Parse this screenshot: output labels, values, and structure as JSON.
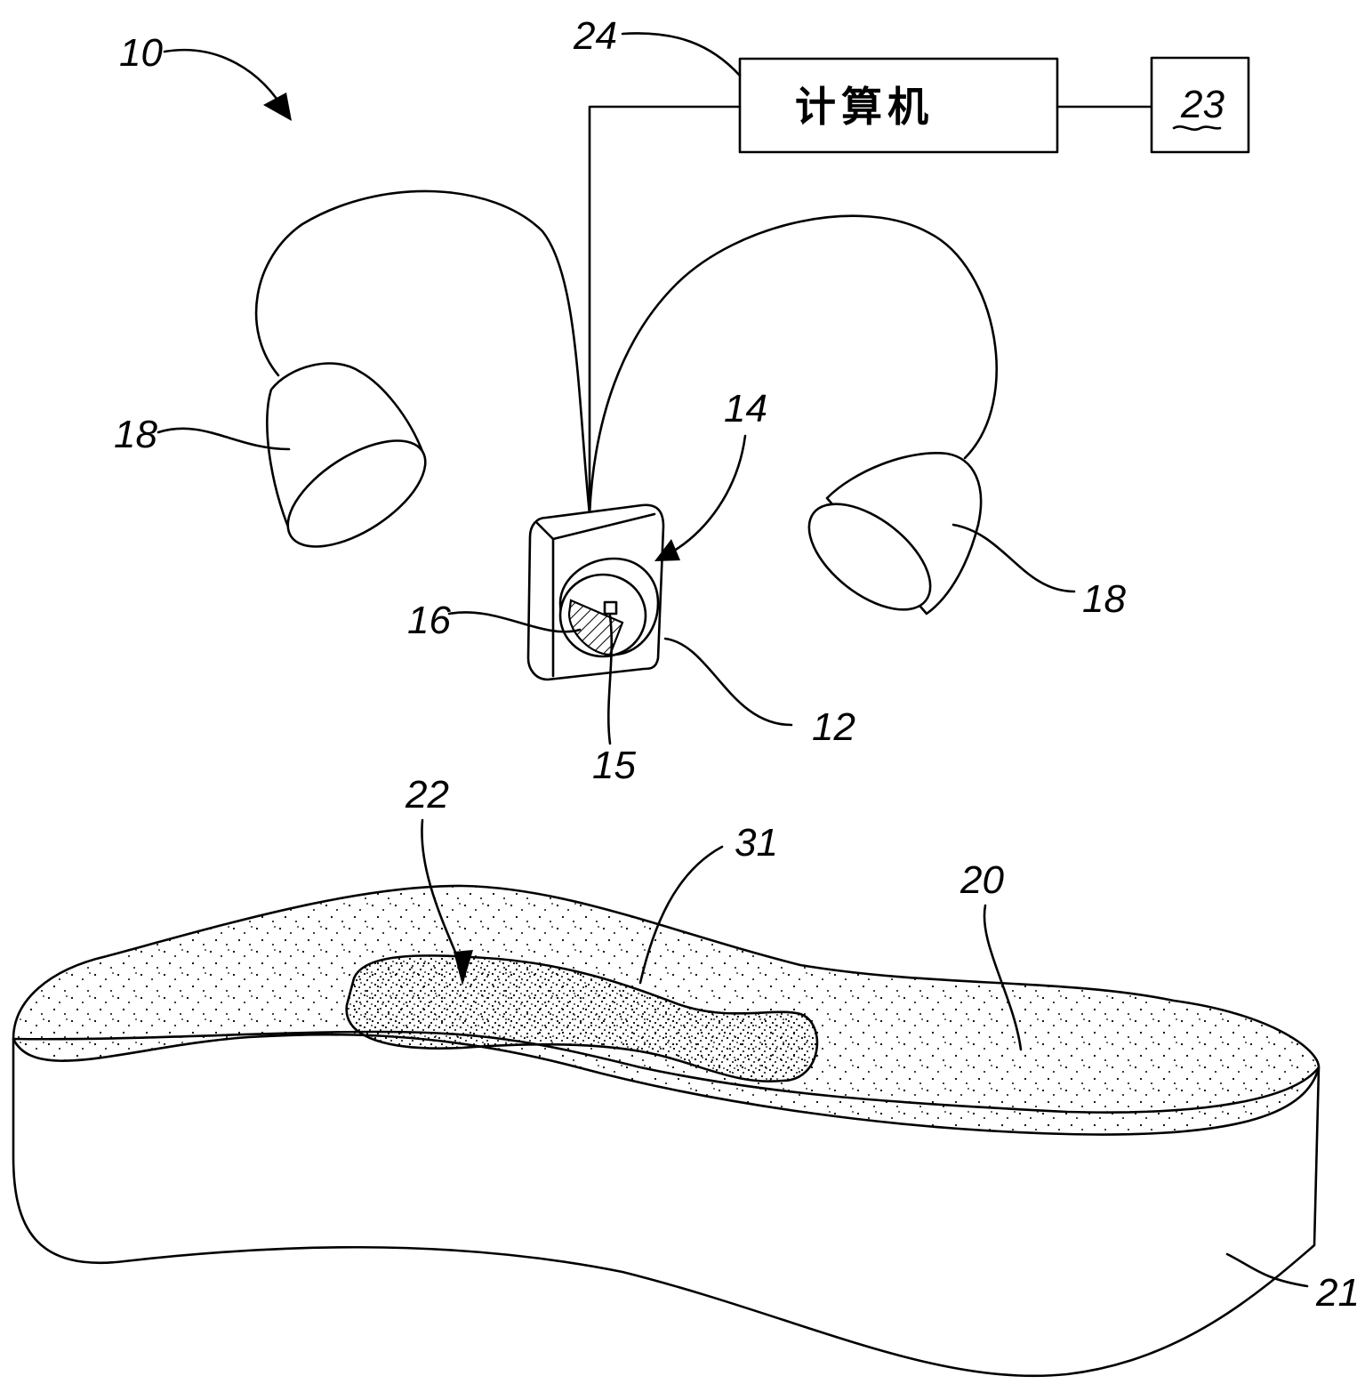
{
  "computer_box": {
    "label": "计算机"
  },
  "refs": {
    "system": "10",
    "computer": "24",
    "storage": "23",
    "light_left": "18",
    "light_right": "18",
    "camera_lens": "14",
    "camera_body": "12",
    "filter": "16",
    "sensor": "15",
    "footprint": "22",
    "footprint_outline": "31",
    "surface": "20",
    "base": "21"
  }
}
